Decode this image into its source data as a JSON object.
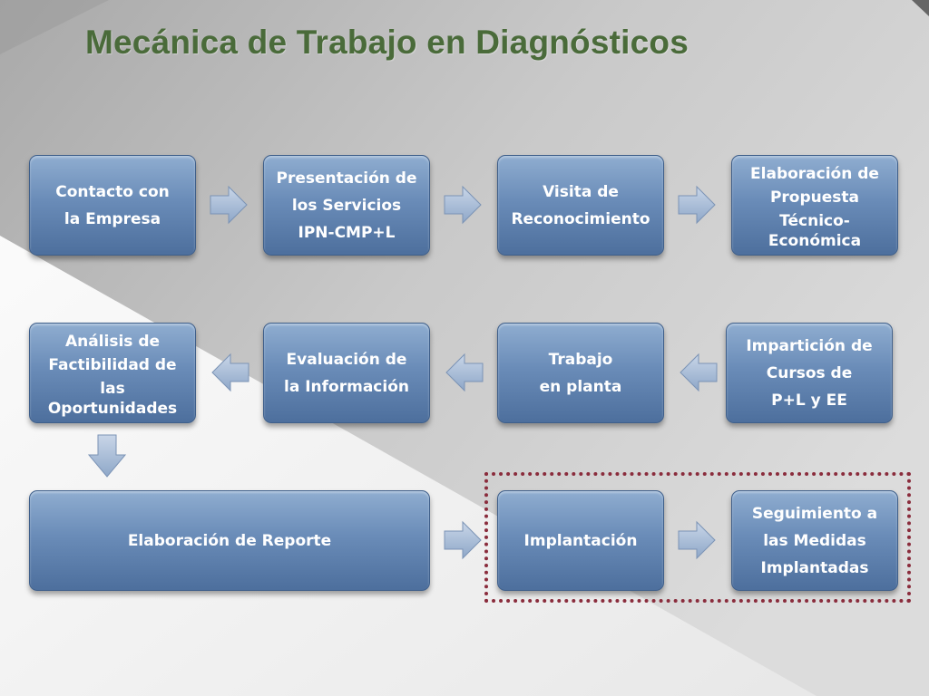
{
  "title": "Mecánica de Trabajo en Diagnósticos",
  "colors": {
    "title": "#4a6b3a",
    "box_top": "#8fadd0",
    "box_bottom": "#4d6f9d",
    "arrow": "#9fb6d4",
    "highlight_border": "#8a2c3c"
  },
  "steps": {
    "contacto": [
      "Contacto con",
      "la Empresa"
    ],
    "presentacion": [
      "Presentación de",
      "los Servicios",
      "IPN-CMP+L"
    ],
    "visita": [
      "Visita de",
      "Reconocimiento"
    ],
    "elaboracion_propuesta": [
      "Elaboración de",
      "Propuesta",
      "Técnico-",
      "Económica"
    ],
    "imparticion": [
      "Impartición de",
      "Cursos de",
      "P+L y EE"
    ],
    "trabajo": [
      "Trabajo",
      "en planta"
    ],
    "evaluacion": [
      "Evaluación de",
      "la Información"
    ],
    "analisis": [
      "Análisis de",
      "Factibilidad de",
      "las",
      "Oportunidades"
    ],
    "reporte": [
      "Elaboración de Reporte"
    ],
    "implantacion": [
      "Implantación"
    ],
    "seguimiento": [
      "Seguimiento a",
      "las Medidas",
      "Implantadas"
    ]
  }
}
